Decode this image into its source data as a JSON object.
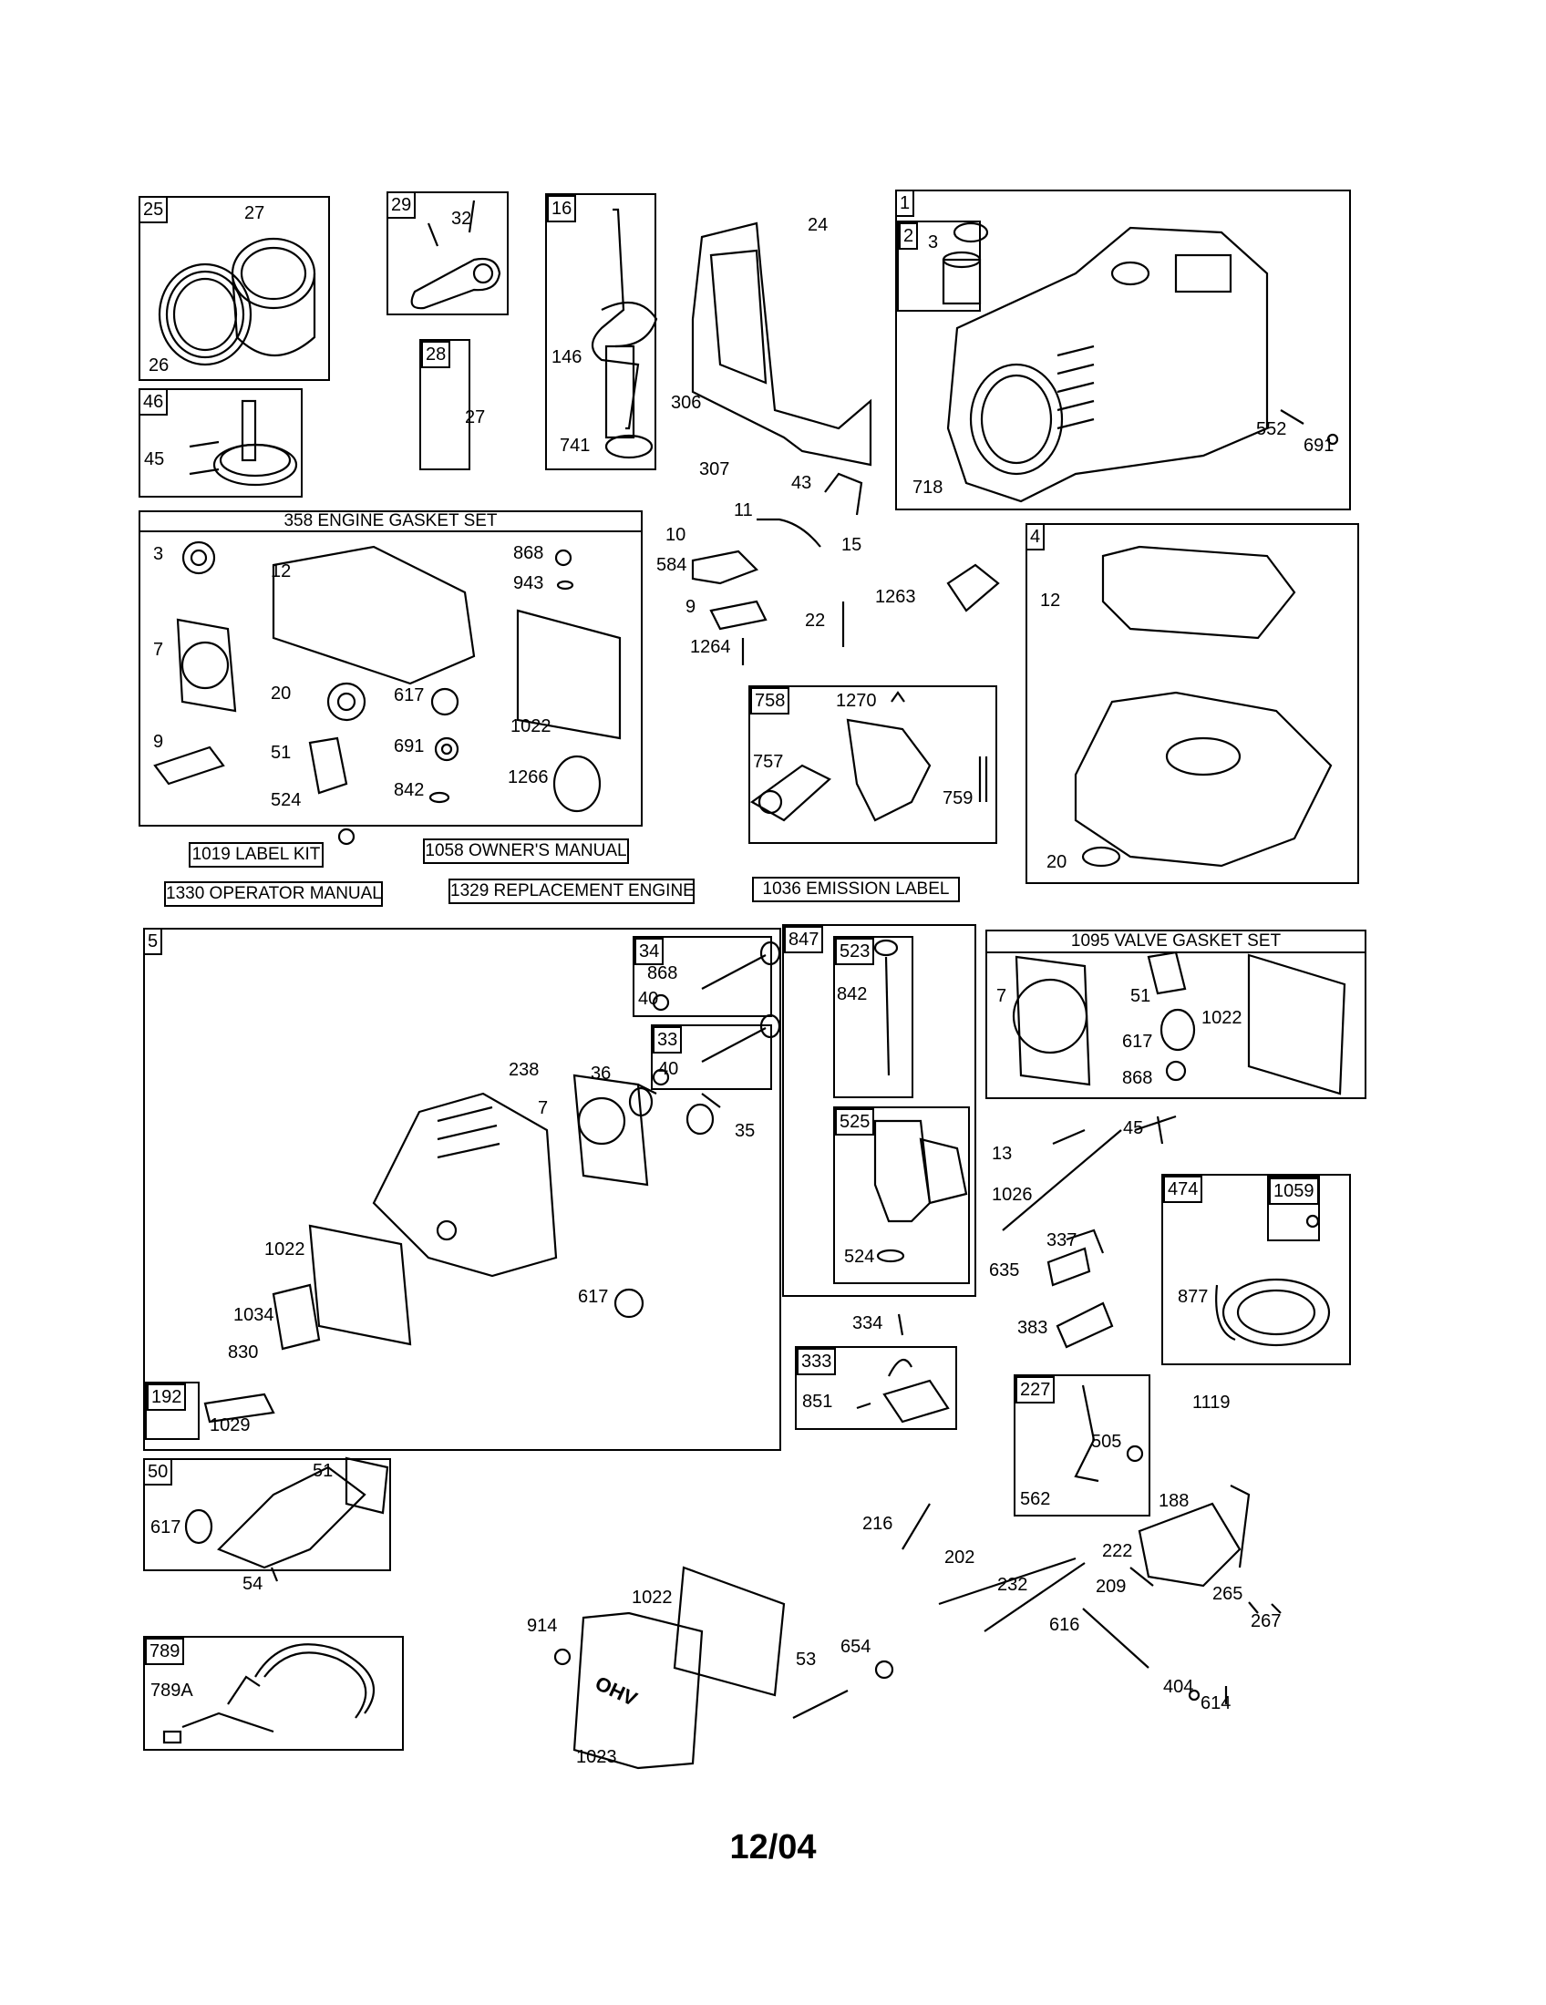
{
  "footer": {
    "code": "12/04"
  },
  "kits": {
    "label_kit": "1019 LABEL KIT",
    "owners_manual": "1058 OWNER'S MANUAL",
    "operator_manual": "1330 OPERATOR MANUAL",
    "replacement_engine": "1329 REPLACEMENT ENGINE",
    "emission_label": "1036 EMISSION LABEL"
  },
  "gasket_sets": {
    "engine": "358 ENGINE GASKET SET",
    "valve": "1095 VALVE GASKET SET"
  },
  "box_tags": {
    "b25": "25",
    "b29": "29",
    "b16": "16",
    "b1": "1",
    "b2": "2",
    "b28": "28",
    "b46": "46",
    "b4": "4",
    "b758": "758",
    "b5": "5",
    "b34": "34",
    "b33": "33",
    "b847": "847",
    "b523": "523",
    "b525": "525",
    "b474": "474",
    "b1059": "1059",
    "b333": "333",
    "b227": "227",
    "b192": "192",
    "b50": "50",
    "b789": "789"
  },
  "callouts": {
    "p27a": "27",
    "p26": "26",
    "p32": "32",
    "p27b": "27",
    "p45a": "45",
    "p146": "146",
    "p741": "741",
    "p24": "24",
    "p306": "306",
    "p307": "307",
    "p3a": "3",
    "p552": "552",
    "p691a": "691",
    "p718": "718",
    "p43": "43",
    "p11": "11",
    "p10": "10",
    "p584": "584",
    "p15": "15",
    "p9a": "9",
    "p22": "22",
    "p1263": "1263",
    "p1264": "1264",
    "g3": "3",
    "g12": "12",
    "g868": "868",
    "g943": "943",
    "g7": "7",
    "g20": "20",
    "g617": "617",
    "g1022": "1022",
    "g9": "9",
    "g51": "51",
    "g691": "691",
    "g842": "842",
    "g1266": "1266",
    "g524": "524",
    "p1270": "1270",
    "p757": "757",
    "p759": "759",
    "p12b": "12",
    "p20b": "20",
    "p868b": "868",
    "p40a": "40",
    "p40b": "40",
    "p238": "238",
    "p36": "36",
    "p7b": "7",
    "p35": "35",
    "p1022b": "1022",
    "p617b": "617",
    "p1034": "1034",
    "p830": "830",
    "p1029": "1029",
    "p842b": "842",
    "p524b": "524",
    "v7": "7",
    "v51": "51",
    "v617": "617",
    "v1022": "1022",
    "v868": "868",
    "p13": "13",
    "p45b": "45",
    "p1026": "1026",
    "p337": "337",
    "p635": "635",
    "p383": "383",
    "p877": "877",
    "p334": "334",
    "p851": "851",
    "p1119": "1119",
    "p505": "505",
    "p562": "562",
    "p188": "188",
    "p617c": "617",
    "p51c": "51",
    "p54": "54",
    "p789a": "789A",
    "p216": "216",
    "p202": "202",
    "p232": "232",
    "p222": "222",
    "p209": "209",
    "p265": "265",
    "p267": "267",
    "p616": "616",
    "p404": "404",
    "p614": "614",
    "p1022c": "1022",
    "p914": "914",
    "p53": "53",
    "p654": "654",
    "p1023": "1023"
  },
  "cover_logo": "OHV"
}
